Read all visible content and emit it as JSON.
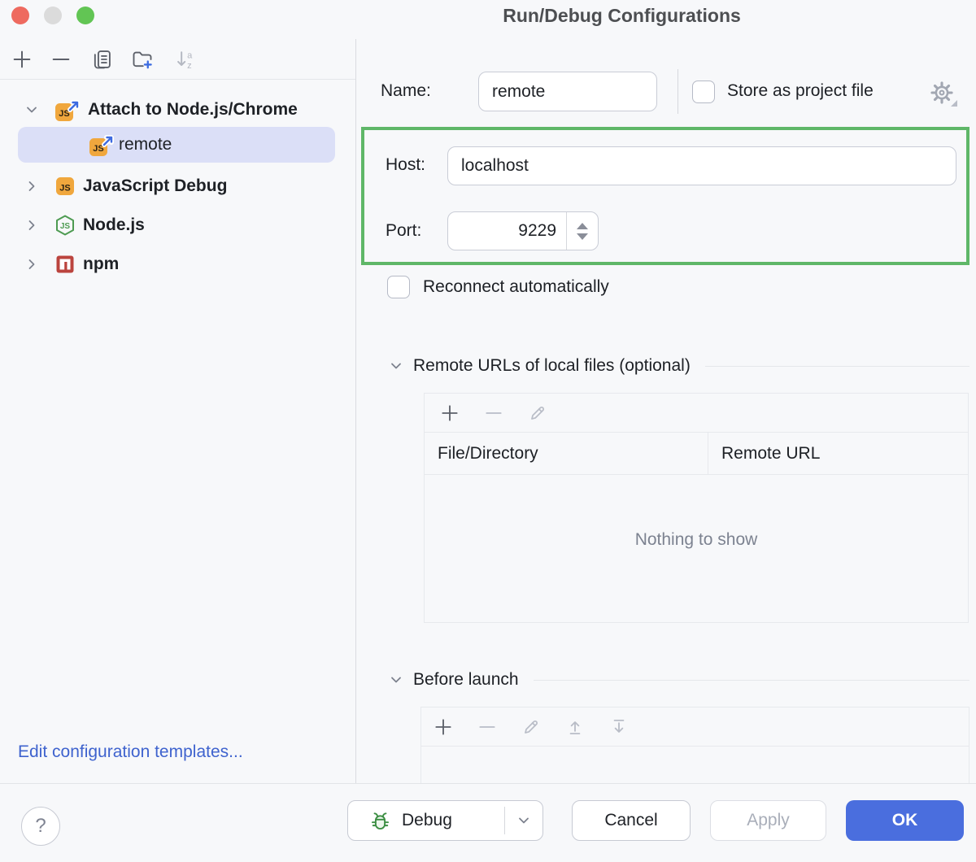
{
  "window": {
    "title": "Run/Debug Configurations"
  },
  "sidebar": {
    "toolbar": {
      "icons": [
        "add",
        "remove",
        "copy-configuration",
        "new-folder",
        "sort-alphabetically"
      ]
    },
    "tree": [
      {
        "label": "Attach to Node.js/Chrome",
        "icon": "js-attach",
        "expanded": true
      },
      {
        "label": "remote",
        "icon": "js-attach",
        "selected": true
      },
      {
        "label": "JavaScript Debug",
        "icon": "javascript"
      },
      {
        "label": "Node.js",
        "icon": "nodejs"
      },
      {
        "label": "npm",
        "icon": "npm"
      }
    ],
    "edit_templates_link": "Edit configuration templates..."
  },
  "form": {
    "name_label": "Name:",
    "name_value": "remote",
    "store_as_project_file_label": "Store as project file",
    "host_label": "Host:",
    "host_value": "localhost",
    "port_label": "Port:",
    "port_value": "9229",
    "reconnect_label": "Reconnect automatically"
  },
  "remote_urls": {
    "section_title": "Remote URLs of local files (optional)",
    "columns": [
      "File/Directory",
      "Remote URL"
    ],
    "empty_text": "Nothing to show"
  },
  "before_launch": {
    "section_title": "Before launch"
  },
  "footer": {
    "help_label": "?",
    "debug_label": "Debug",
    "cancel_label": "Cancel",
    "apply_label": "Apply",
    "ok_label": "OK"
  },
  "colors": {
    "highlight_green": "#5FB768",
    "ok_blue": "#4A6EDE",
    "selection_bg": "#DBDFF7",
    "link_blue": "#3F63CE",
    "js_orange": "#F0A73D",
    "node_green": "#4E9B52",
    "npm_red": "#BB443E",
    "bug_green": "#3C8E43"
  }
}
